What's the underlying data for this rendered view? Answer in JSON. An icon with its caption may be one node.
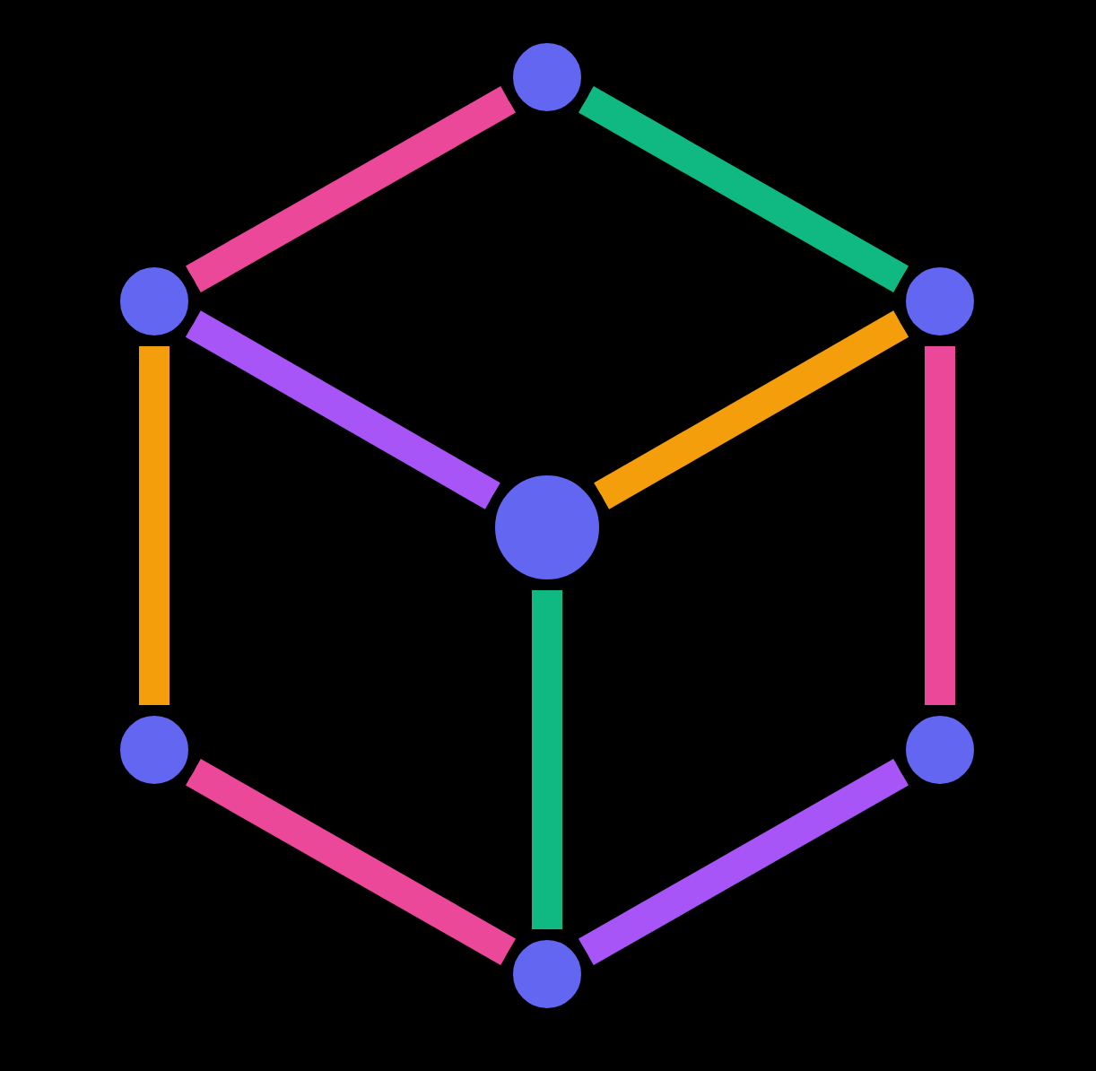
{
  "diagram": {
    "nodes": [
      {
        "text": [],
        "shape": "circle"
      },
      {
        "text": [],
        "shape": "circle"
      },
      {
        "text": [],
        "shape": "circle"
      },
      {
        "text": [],
        "shape": "circle"
      },
      {
        "text": [],
        "shape": "circle"
      },
      {
        "text": [],
        "shape": "circle"
      },
      {
        "text": [],
        "shape": "circle"
      }
    ],
    "edges": [
      {
        "from": 0,
        "to": 1,
        "arrow": "none",
        "color": "#ec4899"
      },
      {
        "from": 0,
        "to": 2,
        "arrow": "none",
        "color": "#10b981"
      },
      {
        "from": 1,
        "to": 3,
        "arrow": "none",
        "color": "#a855f7"
      },
      {
        "from": 2,
        "to": 3,
        "arrow": "none",
        "color": "#f59e0b"
      },
      {
        "from": 1,
        "to": 4,
        "arrow": "none",
        "color": "#f59e0b"
      },
      {
        "from": 2,
        "to": 5,
        "arrow": "none",
        "color": "#ec4899"
      },
      {
        "from": 3,
        "to": 6,
        "arrow": "none",
        "color": "#10b981"
      },
      {
        "from": 4,
        "to": 6,
        "arrow": "none",
        "color": "#ec4899"
      },
      {
        "from": 5,
        "to": 6,
        "arrow": "none",
        "color": "#a855f7"
      }
    ]
  }
}
